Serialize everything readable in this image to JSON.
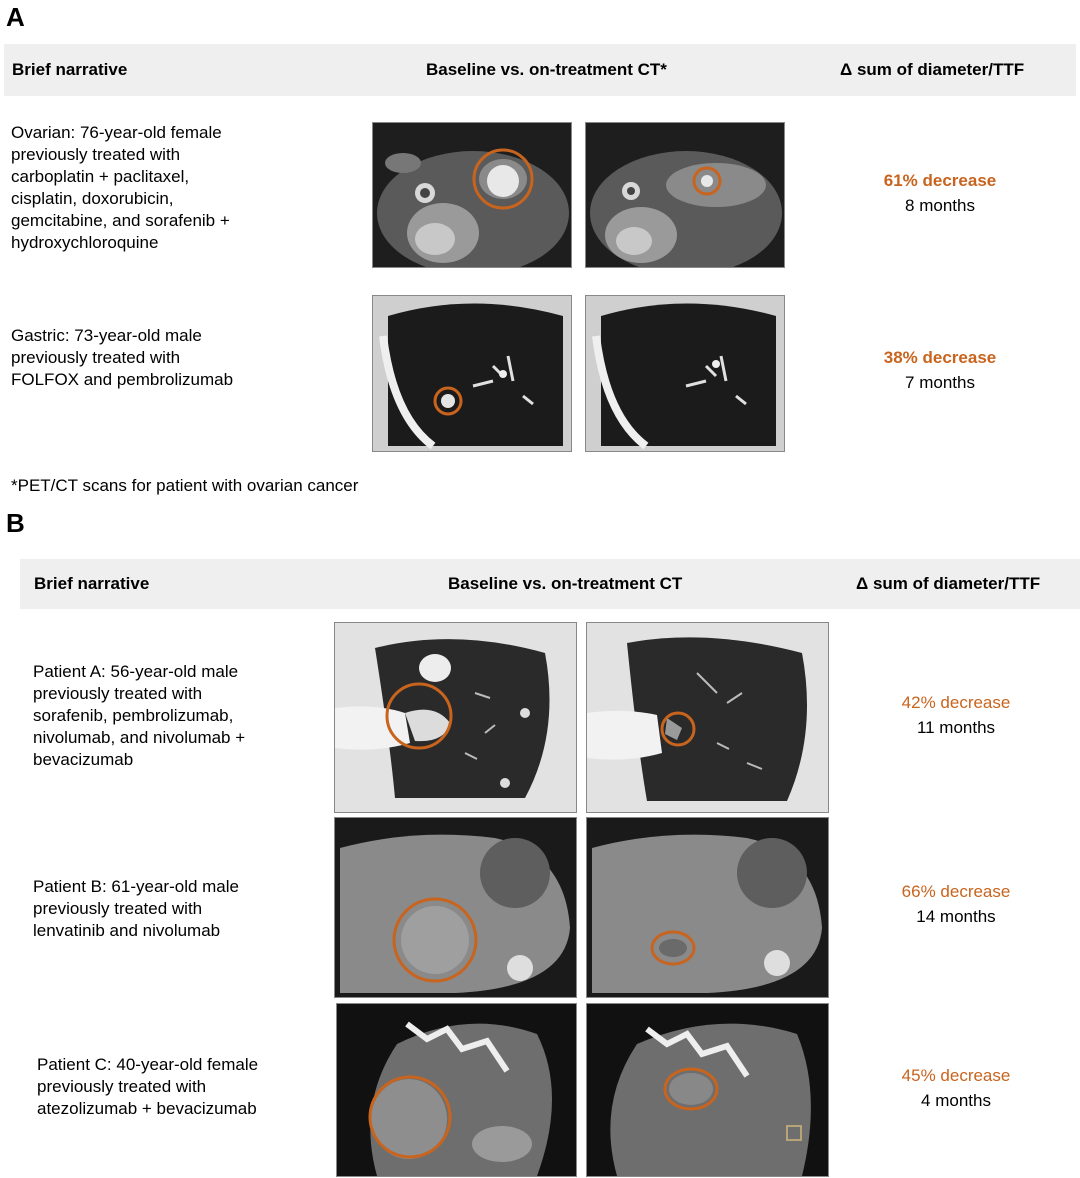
{
  "panelA": {
    "label": "A",
    "header": {
      "narrative": "Brief narrative",
      "ct": "Baseline vs. on-treatment CT*",
      "delta": "Δ sum of diameter/TTF"
    },
    "rows": [
      {
        "narrative": "Ovarian: 76-year-old female\npreviously treated with\ncarboplatin + paclitaxel,\ncisplatin, doxorubicin,\ngemcitabine, and sorafenib +\nhydroxychloroquine",
        "change": "61% decrease",
        "ttf": "8 months"
      },
      {
        "narrative": "Gastric: 73-year-old male\npreviously treated with\nFOLFOX and pembrolizumab",
        "change": "38% decrease",
        "ttf": "7 months"
      }
    ],
    "footnote": "*PET/CT scans for patient with ovarian cancer"
  },
  "panelB": {
    "label": "B",
    "header": {
      "narrative": "Brief narrative",
      "ct": "Baseline vs. on-treatment CT",
      "delta": "Δ sum of diameter/TTF"
    },
    "rows": [
      {
        "narrative": "Patient A: 56-year-old male\npreviously treated with\nsorafenib, pembrolizumab,\nnivolumab, and nivolumab +\nbevacizumab",
        "change": "42% decrease",
        "ttf": "11 months"
      },
      {
        "narrative": "Patient B: 61-year-old male\npreviously treated with\nlenvatinib and nivolumab",
        "change": "66% decrease",
        "ttf": "14 months"
      },
      {
        "narrative": "Patient C: 40-year-old female\npreviously treated with\natezolizumab + bevacizumab",
        "change": "45% decrease",
        "ttf": "4 months"
      }
    ]
  },
  "colors": {
    "accent": "#c8641e",
    "header_bg": "#efefef"
  }
}
